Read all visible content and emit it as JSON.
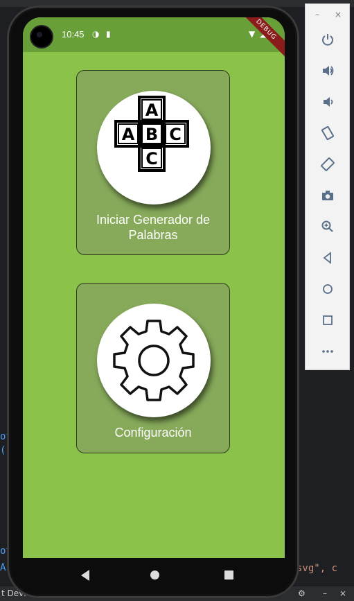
{
  "background": {
    "code_fragments": [
      "ot",
      "(",
      "ot",
      "As",
      "svg\", c"
    ],
    "status_bar": {
      "left_text": "t Devic"
    }
  },
  "device": {
    "status_bar": {
      "time": "10:45",
      "debug_banner": "DEBUG"
    },
    "cards": [
      {
        "label_line1": "Iniciar Generador de",
        "label_line2": "Palabras",
        "icon": "abc-letters-icon"
      },
      {
        "label": "Configuración",
        "icon": "gear-icon"
      }
    ],
    "nav": [
      "back",
      "home",
      "recents"
    ]
  },
  "emulator_panel": {
    "window_controls": [
      "–",
      "×"
    ],
    "buttons": [
      "power",
      "volume-up",
      "volume-down",
      "rotate-left",
      "rotate-right",
      "screenshot",
      "zoom",
      "back",
      "home",
      "overview",
      "more"
    ]
  },
  "colors": {
    "screen_bg": "#8bc34a",
    "appbar": "#689f38",
    "card": "#86a95a"
  }
}
